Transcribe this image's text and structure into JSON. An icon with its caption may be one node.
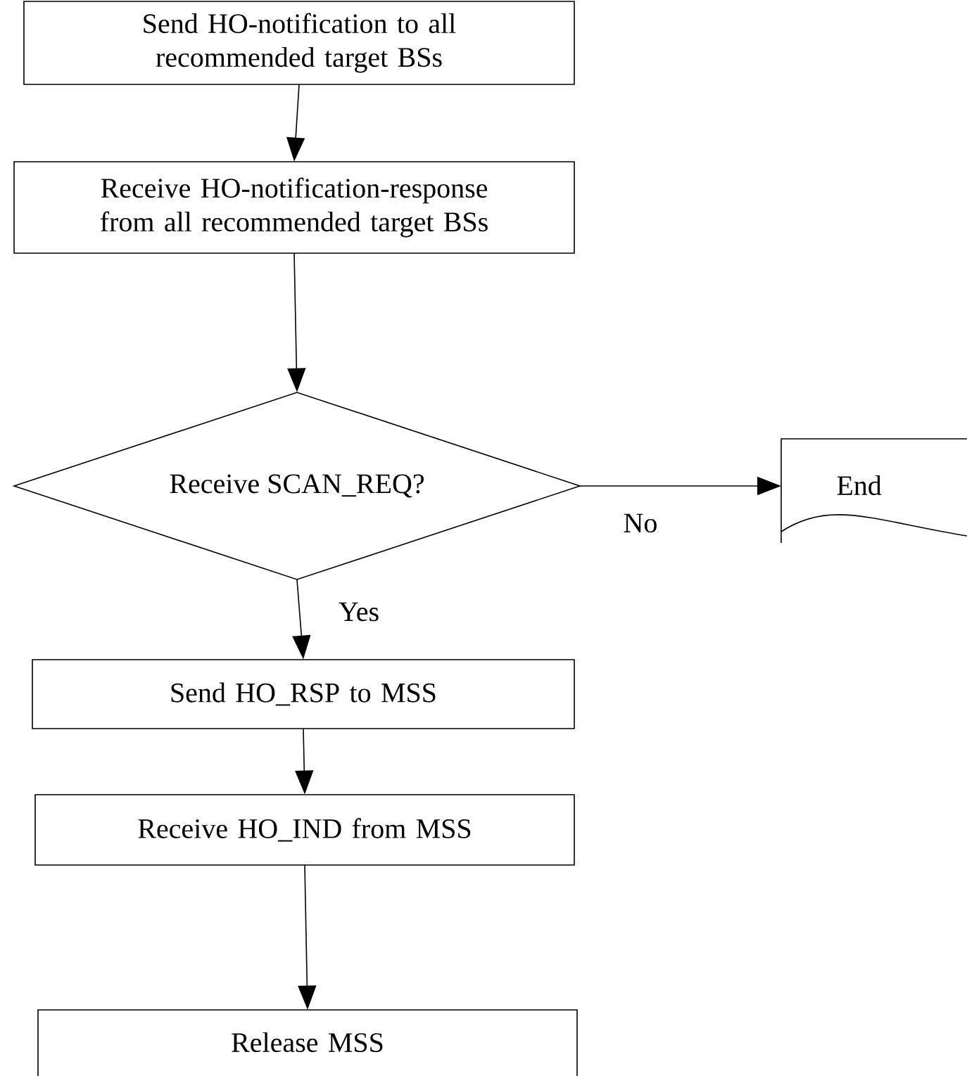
{
  "diagram": {
    "nodes": [
      {
        "text": [
          "Send HO-notification to all recommended target BSs"
        ]
      },
      {
        "text": [
          "Receive HO-notification-response from all recommended target BSs"
        ]
      },
      {
        "text": [
          "Receive SCAN_REQ?"
        ]
      },
      {
        "text": [
          "End"
        ]
      },
      {
        "text": [
          "Send HO_RSP to MSS"
        ]
      },
      {
        "text": [
          "Receive HO_IND from MSS"
        ]
      },
      {
        "text": [
          "Release MSS"
        ]
      }
    ],
    "edges": [
      {
        "from": 0,
        "to": 1,
        "arrow": "to"
      },
      {
        "from": 1,
        "to": 2,
        "arrow": "to"
      },
      {
        "from": 2,
        "to": 3,
        "arrow": "to",
        "label": "No"
      },
      {
        "from": 2,
        "to": 4,
        "arrow": "to",
        "label": "Yes"
      },
      {
        "from": 4,
        "to": 5,
        "arrow": "to"
      },
      {
        "from": 5,
        "to": 6,
        "arrow": "to"
      }
    ]
  }
}
